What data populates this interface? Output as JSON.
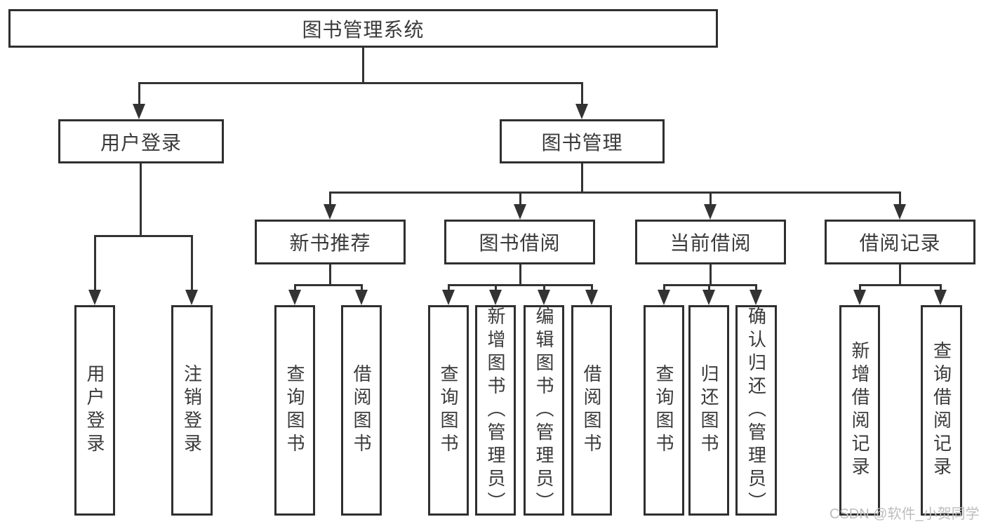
{
  "diagram": {
    "title": "图书管理系统",
    "root": {
      "label": "图书管理系统"
    },
    "level2": {
      "user_login": {
        "label": "用户登录"
      },
      "book_management": {
        "label": "图书管理"
      }
    },
    "level3": {
      "new_book_recommend": {
        "label": "新书推荐"
      },
      "book_borrow": {
        "label": "图书借阅"
      },
      "current_borrow": {
        "label": "当前借阅"
      },
      "borrow_records": {
        "label": "借阅记录"
      }
    },
    "leaves": {
      "user_login": [
        "用户登录",
        "注销登录"
      ],
      "new_book_recommend": [
        "查询图书",
        "借阅图书"
      ],
      "book_borrow": [
        "查询图书",
        "新增图书（管理员）",
        "编辑图书（管理员）",
        "借阅图书"
      ],
      "current_borrow": [
        "查询图书",
        "归还图书",
        "确认归还（管理员）"
      ],
      "borrow_records": [
        "新增借阅记录",
        "查询借阅记录"
      ]
    }
  },
  "watermark": {
    "text": "CSDN @软件_小贺同学"
  },
  "colors": {
    "line": "#333333",
    "box_border": "#2f2f2f",
    "text": "#3a3a3a",
    "watermark": "#bdbdbd",
    "background": "#ffffff"
  }
}
